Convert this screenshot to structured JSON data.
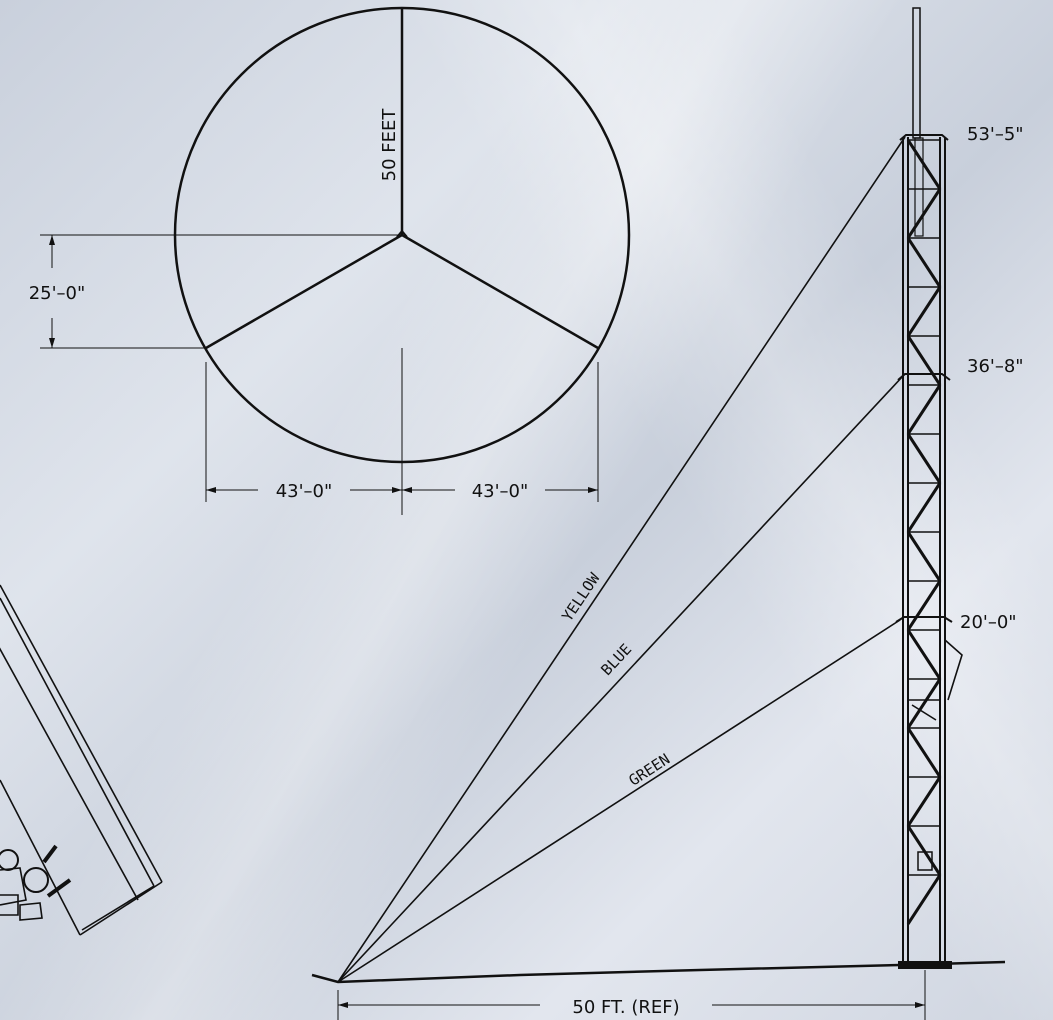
{
  "plan_view": {
    "radius_label": "50 FEET",
    "offset_label": "25'–0\"",
    "half_span_left": "43'–0\"",
    "half_span_right": "43'–0\""
  },
  "elevation_view": {
    "levels": [
      {
        "label": "53'–5\""
      },
      {
        "label": "36'–8\""
      },
      {
        "label": "20'–0\""
      }
    ],
    "guy_wires": [
      {
        "label": "YELLOW"
      },
      {
        "label": "BLUE"
      },
      {
        "label": "GREEN"
      }
    ],
    "base_dimension": "50  FT.  (REF)"
  }
}
